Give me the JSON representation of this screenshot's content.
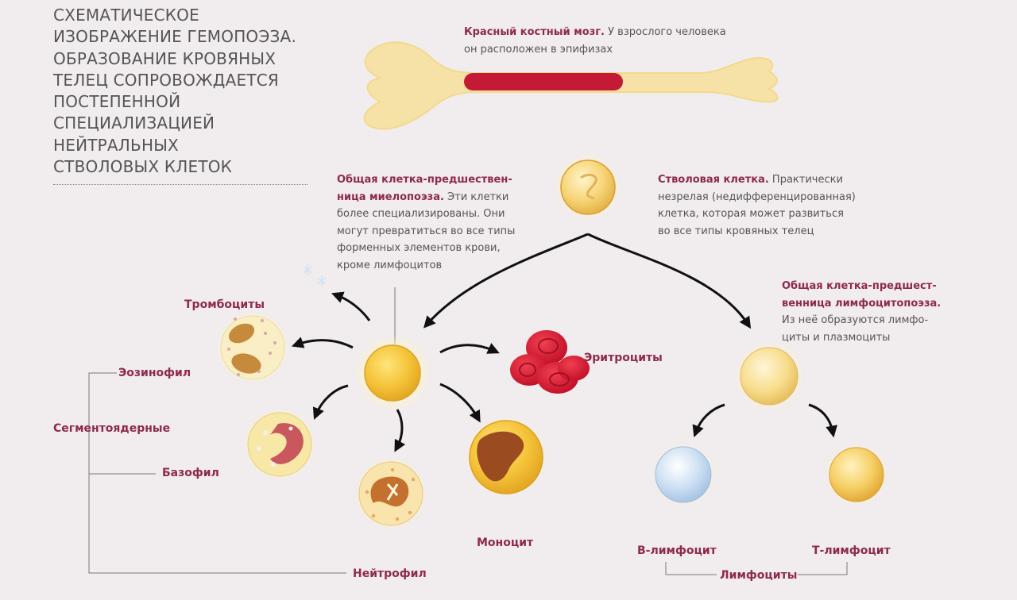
{
  "title_lines": [
    "СХЕМАТИЧЕСКОЕ",
    "ИЗОБРАЖЕНИЕ ГЕМОПОЭЗА.",
    "ОБРАЗОВАНИЕ КРОВЯНЫХ",
    "ТЕЛЕЦ СОПРОВОЖДАЕТСЯ",
    "ПОСТЕПЕННОЙ",
    "СПЕЦИАЛИЗАЦИЕЙ",
    "НЕЙТРАЛЬНЫХ",
    "СТВОЛОВЫХ КЛЕТОК"
  ],
  "bone_note": {
    "bold": "Красный костный мозг.",
    "text_line1": " У взрослого человека",
    "text_line2": "он расположен в эпифизах"
  },
  "stem_note": {
    "bold": "Стволовая клетка.",
    "text_line1": " Практически",
    "text_line2": "незрелая (недифференцированная)",
    "text_line3": "клетка, которая может развиться",
    "text_line4": "во все типы кровяных телец"
  },
  "myeloid_note": {
    "bold_line1": "Общая клетка-предшествен-",
    "bold_line2": "ница миелопоэза.",
    "text_line2": " Эти клетки",
    "text_line3": "более специализированы. Они",
    "text_line4": "могут превратиться во все типы",
    "text_line5": "форменных элементов крови,",
    "text_line6": "кроме лимфоцитов"
  },
  "lymphoid_note": {
    "bold_line1": "Общая клетка-предшест-",
    "bold_line2": "венница лимфоцитопоэза.",
    "text_line3": "Из неё образуются лимфо-",
    "text_line4": "циты и плазмоциты"
  },
  "labels": {
    "platelets": "Тромбоциты",
    "eosinophil": "Эозинофил",
    "segmented": "Сегментоядерные",
    "basophil": "Базофил",
    "neutrophil": "Нейтрофил",
    "monocyte": "Моноцит",
    "erythrocytes": "Эритроциты",
    "b_lymphocyte": "В-лимфоцит",
    "t_lymphocyte": "Т-лимфоцит",
    "lymphocytes": "Лимфоциты"
  },
  "colors": {
    "label_accent": "#8e2a4a",
    "bone": "#f6e2a6",
    "marrow": "#c51a36",
    "arrow": "#111111"
  }
}
